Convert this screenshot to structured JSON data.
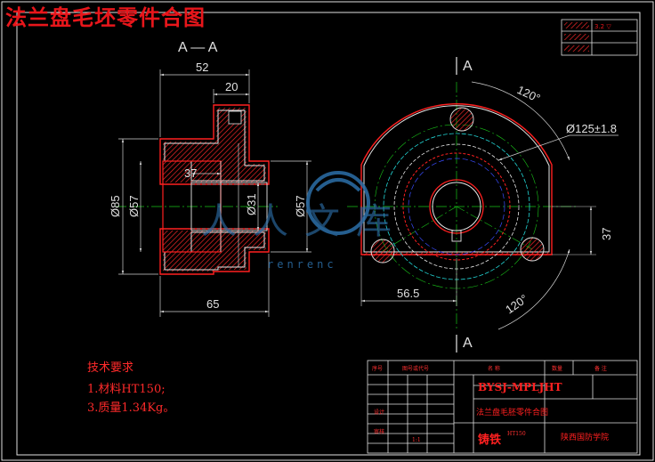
{
  "title": "法兰盘毛坯零件合图",
  "section_label": "A — A",
  "section_mark_top": "A",
  "section_mark_bottom": "A",
  "dimensions": {
    "d52": "52",
    "d20": "20",
    "d37_left": "37",
    "d65": "65",
    "d85": "Ø85",
    "d57_left": "Ø57",
    "d31": "Ø31",
    "d57_right": "Ø57",
    "d125": "Ø125±1.8",
    "d37_right": "37",
    "d56_5": "56.5",
    "angle_top": "120°",
    "angle_bottom": "120°"
  },
  "watermark": {
    "text": "renrenc",
    "logo_chars": "人人文库"
  },
  "tech_requirements": {
    "heading": "技术要求",
    "item1": "1.材料HT150;",
    "item2": "3.质量1.34Kg。"
  },
  "title_block": {
    "drawing_no": "BYSJ-MPLJHT",
    "part_name": "法兰盘毛胚零件合图",
    "material": "铸铁",
    "material_code": "HT150",
    "school": "陕西国防学院",
    "header_no": "序号",
    "header_code": "图号或代号",
    "header_name": "名 称",
    "header_qty": "数量",
    "header_note": "备 注",
    "designer_label": "设计",
    "check_label": "审核",
    "scale": "1:1"
  },
  "colors": {
    "frame": "#e8e8e8",
    "red": "#e8161b",
    "cyan": "#22d6d6",
    "green": "#19c219",
    "blue": "#3a4cff",
    "yellow": "#d8d818",
    "watermark": "#2c6fa8"
  }
}
